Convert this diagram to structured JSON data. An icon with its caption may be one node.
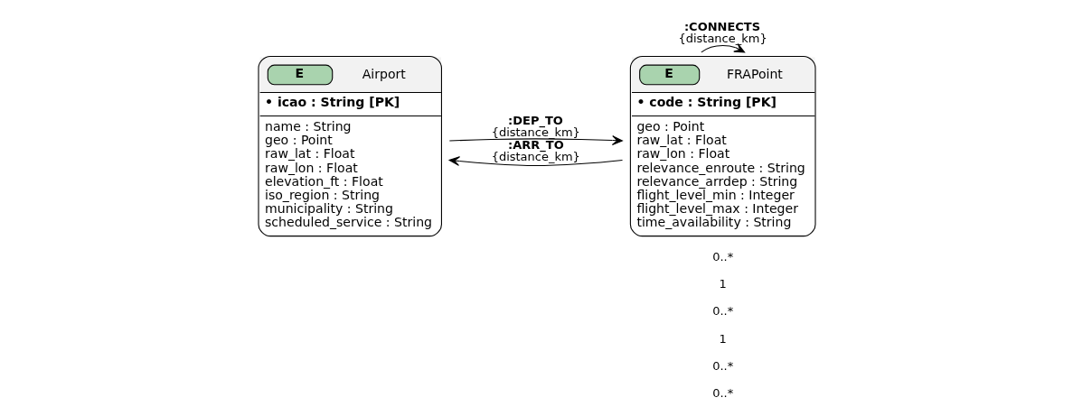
{
  "diagram": {
    "nodes": [
      {
        "text": [
          "E",
          "Airport",
          "• icao : String [PK]",
          "name : String",
          "geo : Point",
          "raw_lat : Float",
          "raw_lon : Float",
          "elevation_ft : Float",
          "iso_region : String",
          "municipality : String",
          "scheduled_service : String"
        ]
      },
      {
        "text": [
          "E",
          "FRAPoint",
          "• code : String [PK]",
          "geo : Point",
          "raw_lat : Float",
          "raw_lon : Float",
          "relevance_enroute : String",
          "relevance_arrdep : String",
          "flight_level_min : Integer",
          "flight_level_max : Integer",
          "time_availability : String"
        ]
      }
    ],
    "edges": [
      {
        "from": 0,
        "to": 1,
        "arrow": "to",
        "label": ":DEP_TO {distance_km}"
      },
      {
        "from": 1,
        "to": 0,
        "arrow": "to",
        "label": ":ARR_TO {distance_km}"
      },
      {
        "from": 1,
        "to": 1,
        "arrow": "to",
        "label": ":CONNECTS {distance_km}"
      }
    ],
    "labels": [
      "0..*",
      "1",
      "0..*",
      "1",
      "0..*",
      "0..*"
    ]
  }
}
